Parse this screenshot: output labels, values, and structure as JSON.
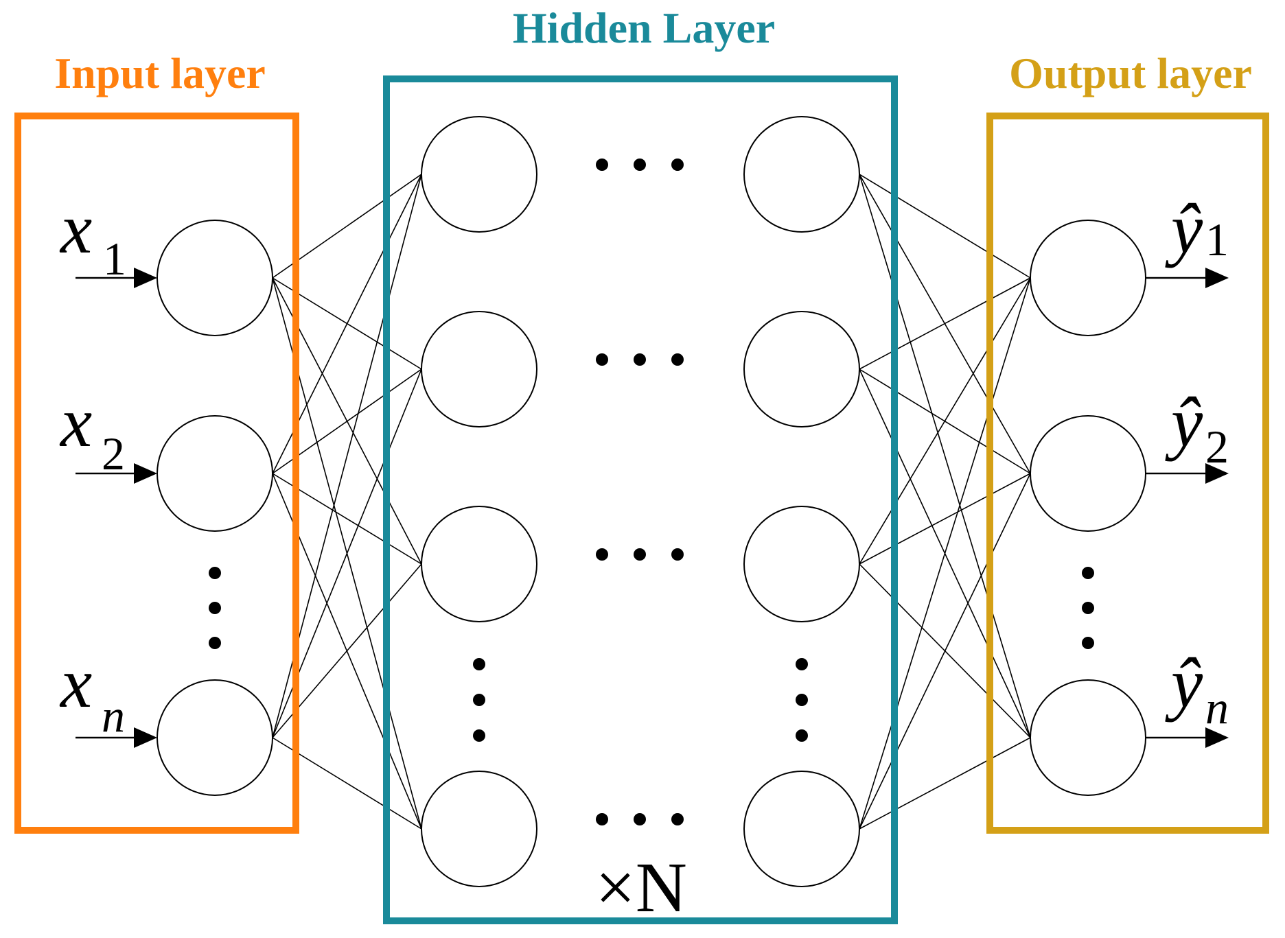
{
  "title": "",
  "input_layer": {
    "title": "Input layer",
    "color": "#FF7F0E",
    "inputs": [
      {
        "symbol": "x",
        "subscript": "1"
      },
      {
        "symbol": "x",
        "subscript": "2"
      },
      {
        "symbol": "x",
        "subscript": "n"
      }
    ]
  },
  "hidden_layer": {
    "title": "Hidden Layer",
    "color": "#1A8A9A",
    "repeat_label": "×N"
  },
  "output_layer": {
    "title": "Output layer",
    "color": "#D4A017",
    "outputs": [
      {
        "symbol": "ŷ",
        "subscript": "1"
      },
      {
        "symbol": "ŷ",
        "subscript": "2"
      },
      {
        "symbol": "ŷ",
        "subscript": "n"
      }
    ]
  },
  "colors": {
    "node_stroke": "#000000",
    "connection": "#000000"
  }
}
